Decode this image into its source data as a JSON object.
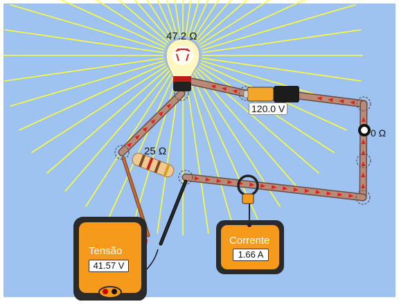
{
  "components": {
    "bulb": {
      "resistance_label": "47.2 Ω"
    },
    "battery": {
      "voltage_label": "120.0 V"
    },
    "switch": {
      "resistance_label": "0 Ω"
    },
    "resistor": {
      "resistance_label": "25 Ω"
    }
  },
  "voltmeter": {
    "title": "Tensão",
    "reading": "41.57 V"
  },
  "ammeter": {
    "title": "Corrente",
    "reading": "1.66 A"
  },
  "colors": {
    "background": "#9ec3f0",
    "wire": "#b07a6a",
    "current_arrow": "#e02020",
    "meter_body": "#f59a1a",
    "meter_frame": "#2a2a2a",
    "light_ray": "#ffff33"
  }
}
